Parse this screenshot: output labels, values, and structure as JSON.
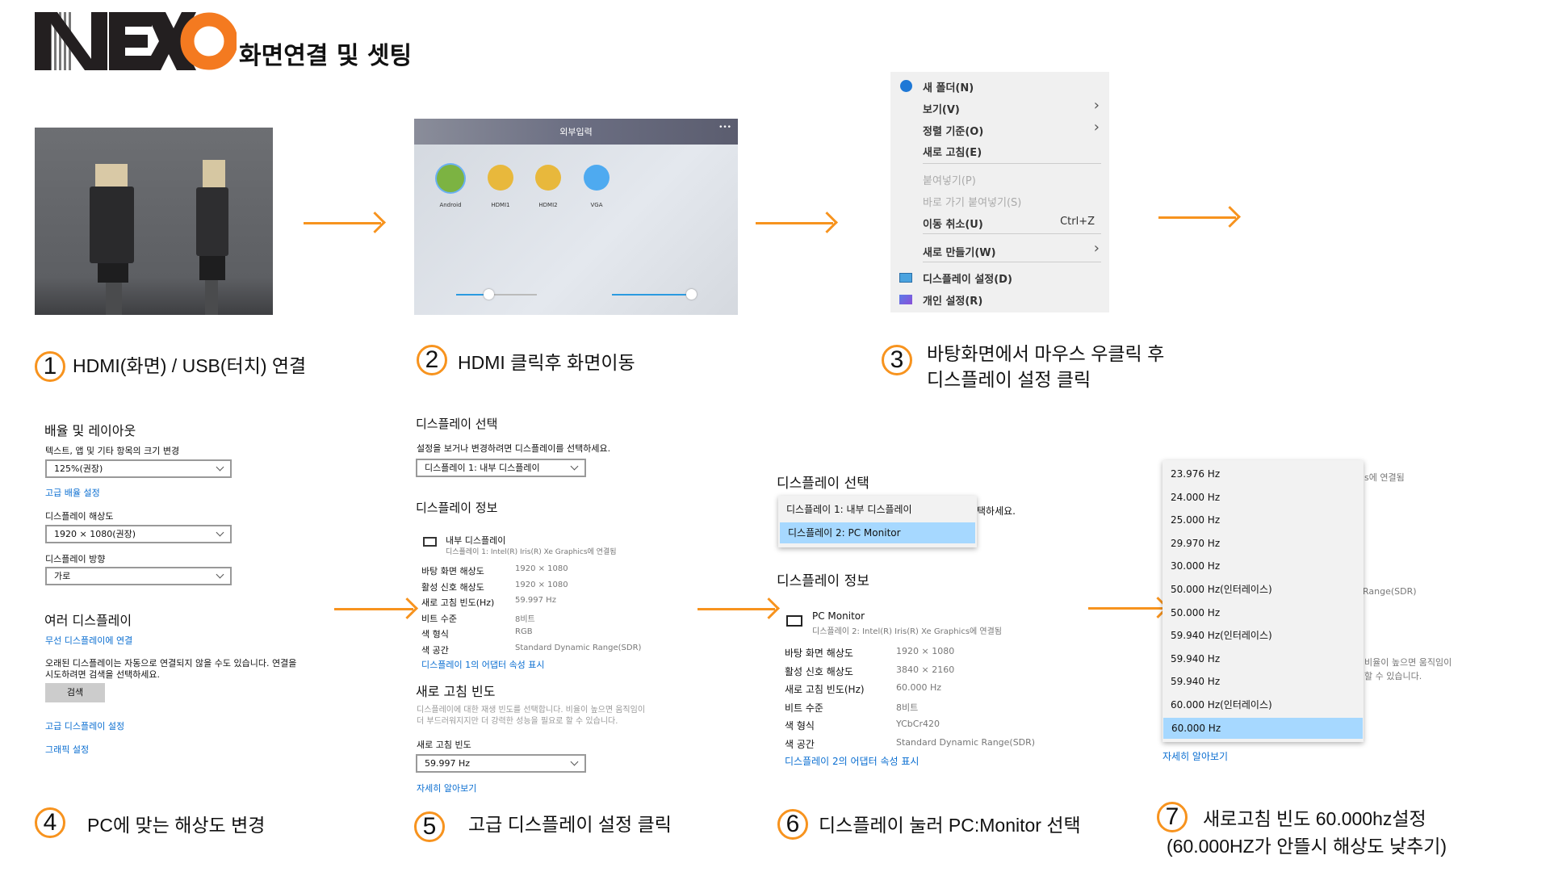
{
  "header": {
    "logo_text": "NEXO",
    "title": "화면연결 및 셋팅"
  },
  "tv": {
    "title": "외부입력",
    "more": "•••",
    "inputs": [
      "Android",
      "HDMI1",
      "HDMI2",
      "VGA"
    ]
  },
  "context_menu": {
    "items": [
      {
        "label": "새 폴더(N)",
        "icon": "new-folder-icon"
      },
      {
        "label": "보기(V)",
        "submenu": true
      },
      {
        "label": "정렬 기준(O)",
        "submenu": true
      },
      {
        "label": "새로 고침(E)"
      },
      {
        "label": "붙여넣기(P)",
        "disabled": true
      },
      {
        "label": "바로 가기 붙여넣기(S)",
        "disabled": true
      },
      {
        "label": "이동 취소(U)",
        "shortcut": "Ctrl+Z"
      },
      {
        "label": "새로 만들기(W)",
        "submenu": true
      },
      {
        "label": "디스플레이 설정(D)",
        "icon": "display-settings-icon"
      },
      {
        "label": "개인 설정(R)",
        "icon": "personalize-icon"
      }
    ]
  },
  "steps": {
    "s1": {
      "num": "1",
      "text": "HDMI(화면) / USB(터치) 연결"
    },
    "s2": {
      "num": "2",
      "text": "HDMI 클릭후 화면이동"
    },
    "s3": {
      "num": "3",
      "line1": "바탕화면에서 마우스 우클릭 후",
      "line2": "디스플레이 설정 클릭"
    },
    "s4": {
      "num": "4",
      "text": "PC에 맞는 해상도 변경"
    },
    "s5": {
      "num": "5",
      "text": "고급 디스플레이 설정 클릭"
    },
    "s6": {
      "num": "6",
      "text": "디스플레이 눌러 PC:Monitor 선택"
    },
    "s7": {
      "num": "7",
      "line1": "새로고침 빈도 60.000hz설정",
      "line2": "(60.000HZ가 안뜰시 해상도 낮추기)"
    }
  },
  "panel4": {
    "heading": "배율 및 레이아웃",
    "scale_label": "텍스트, 앱 및 기타 항목의 크기 변경",
    "scale_value": "125%(권장)",
    "adv_scale_link": "고급 배율 설정",
    "res_label": "디스플레이 해상도",
    "res_value": "1920 × 1080(권장)",
    "orient_label": "디스플레이 방향",
    "orient_value": "가로",
    "multi_heading": "여러 디스플레이",
    "wireless_link": "무선 디스플레이에 연결",
    "old_text1": "오래된 디스플레이는 자동으로 연결되지 않을 수도 있습니다. 연결을",
    "old_text2": "시도하려면 검색을 선택하세요.",
    "detect_button": "검색",
    "adv_display_link": "고급 디스플레이 설정",
    "graphics_link": "그래픽 설정"
  },
  "panel5": {
    "heading": "디스플레이 선택",
    "sub": "설정을 보거나 변경하려면 디스플레이를 선택하세요.",
    "display_value": "디스플레이 1: 내부 디스플레이",
    "info_heading": "디스플레이 정보",
    "monitor_name": "내부 디스플레이",
    "monitor_sub": "디스플레이 1: Intel(R) Iris(R) Xe Graphics에 연결됨",
    "rows": [
      [
        "바탕 화면 해상도",
        "1920 × 1080"
      ],
      [
        "활성 신호 해상도",
        "1920 × 1080"
      ],
      [
        "새로 고침 빈도(Hz)",
        "59.997 Hz"
      ],
      [
        "비트 수준",
        "8비트"
      ],
      [
        "색 형식",
        "RGB"
      ],
      [
        "색 공간",
        "Standard Dynamic Range(SDR)"
      ]
    ],
    "adapter_link": "디스플레이 1의 어댑터 속성 표시",
    "refresh_heading": "새로 고침 빈도",
    "refresh_desc1": "디스플레이에 대한 재생 빈도를 선택합니다. 비율이 높으면 움직임이",
    "refresh_desc2": "더 부드러워지지만 더 강력한 성능을 필요로 할 수 있습니다.",
    "refresh_label": "새로 고침 빈도",
    "refresh_value": "59.997 Hz",
    "more_link": "자세히 알아보기"
  },
  "panel6": {
    "heading": "디스플레이 선택",
    "options": [
      "디스플레이 1: 내부 디스플레이",
      "디스플레이 2: PC Monitor"
    ],
    "behind_text": "택하세요.",
    "info_heading": "디스플레이 정보",
    "monitor_name": "PC Monitor",
    "monitor_sub": "디스플레이 2: Intel(R) Iris(R) Xe Graphics에 연결됨",
    "rows": [
      [
        "바탕 화면 해상도",
        "1920 × 1080"
      ],
      [
        "활성 신호 해상도",
        "3840 × 2160"
      ],
      [
        "새로 고침 빈도(Hz)",
        "60.000 Hz"
      ],
      [
        "비트 수준",
        "8비트"
      ],
      [
        "색 형식",
        "YCbCr420"
      ],
      [
        "색 공간",
        "Standard Dynamic Range(SDR)"
      ]
    ],
    "adapter_link": "디스플레이 2의 어댑터 속성 표시"
  },
  "panel7": {
    "options": [
      "23.976 Hz",
      "24.000 Hz",
      "25.000 Hz",
      "29.970 Hz",
      "30.000 Hz",
      "50.000 Hz(인터레이스)",
      "50.000 Hz",
      "59.940 Hz(인터레이스)",
      "59.940 Hz",
      "59.940 Hz",
      "60.000 Hz(인터레이스)",
      "60.000 Hz"
    ],
    "selected_index": 11,
    "behind": [
      "s에 연결됨",
      "Range(SDR)",
      "비율이 높으면 움직임이",
      "할 수 있습니다."
    ],
    "more_link": "자세히 알아보기"
  },
  "colors": {
    "accent": "#f7931e",
    "link": "#0a6ed1",
    "selected": "#a6d8ff"
  }
}
